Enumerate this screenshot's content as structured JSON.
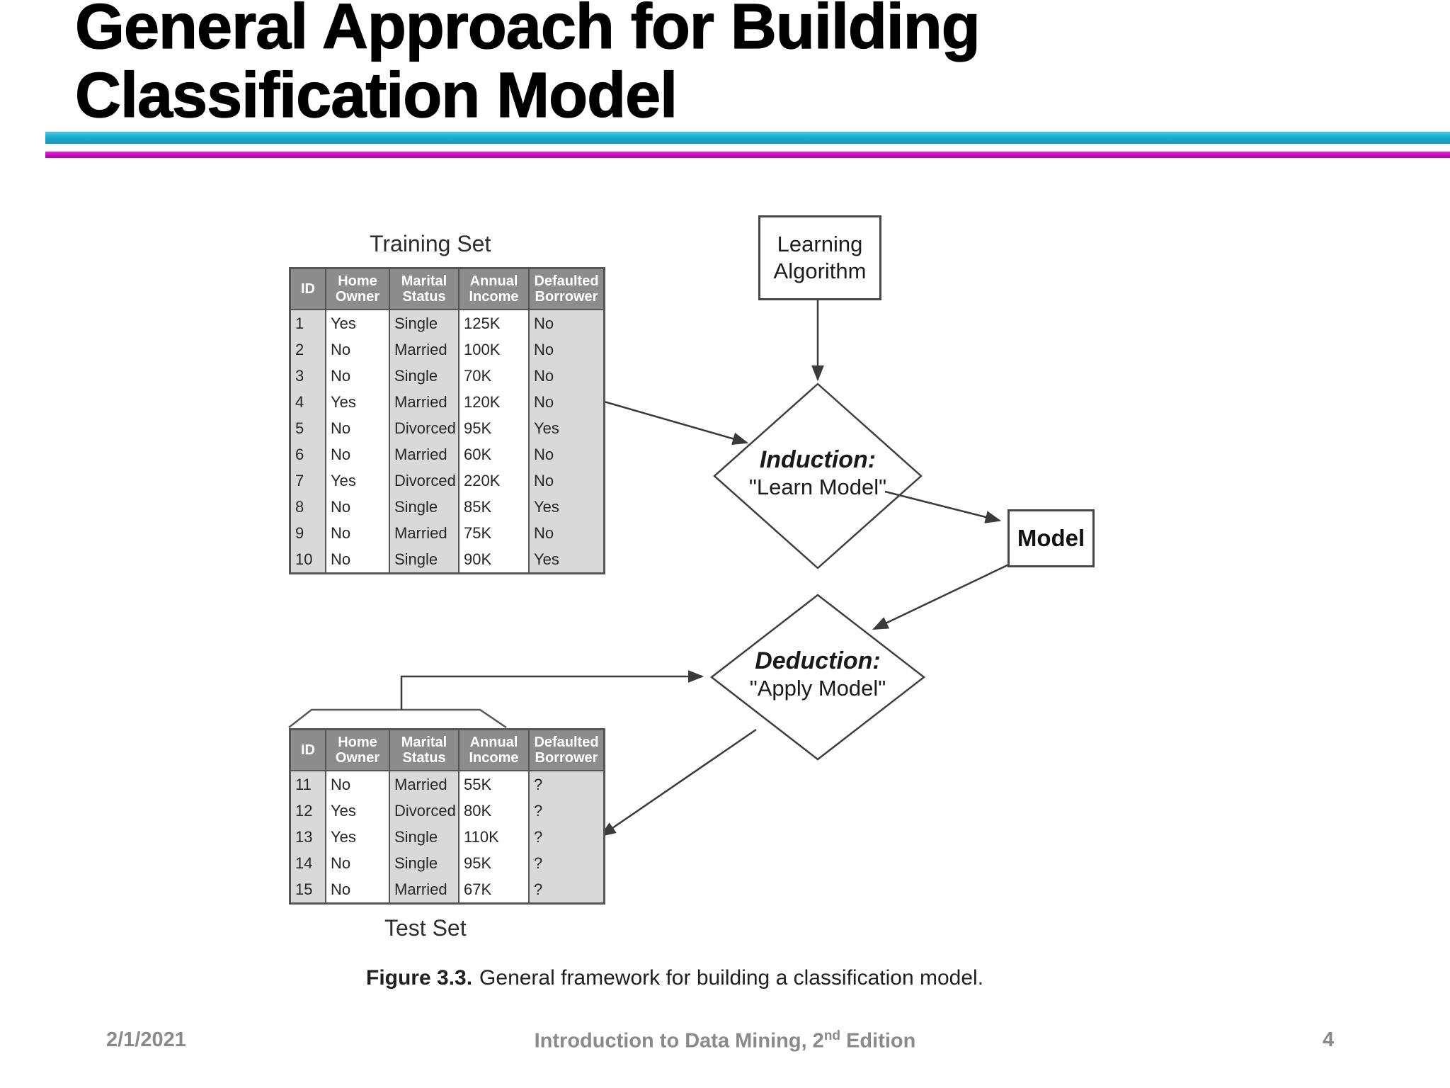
{
  "slide": {
    "title_lines": [
      "General Approach for Building",
      "Classification Model"
    ],
    "accent": {
      "cyan": "#1badd0",
      "magenta": "#c50cc0"
    }
  },
  "figure": {
    "training_table": {
      "label": "Training Set",
      "columns": [
        "ID",
        "Home Owner",
        "Marital Status",
        "Annual Income",
        "Defaulted Borrower"
      ],
      "rows": [
        [
          "1",
          "Yes",
          "Single",
          "125K",
          "No"
        ],
        [
          "2",
          "No",
          "Married",
          "100K",
          "No"
        ],
        [
          "3",
          "No",
          "Single",
          "70K",
          "No"
        ],
        [
          "4",
          "Yes",
          "Married",
          "120K",
          "No"
        ],
        [
          "5",
          "No",
          "Divorced",
          "95K",
          "Yes"
        ],
        [
          "6",
          "No",
          "Married",
          "60K",
          "No"
        ],
        [
          "7",
          "Yes",
          "Divorced",
          "220K",
          "No"
        ],
        [
          "8",
          "No",
          "Single",
          "85K",
          "Yes"
        ],
        [
          "9",
          "No",
          "Married",
          "75K",
          "No"
        ],
        [
          "10",
          "No",
          "Single",
          "90K",
          "Yes"
        ]
      ]
    },
    "test_table": {
      "label": "Test Set",
      "columns": [
        "ID",
        "Home Owner",
        "Marital Status",
        "Annual Income",
        "Defaulted Borrower"
      ],
      "rows": [
        [
          "11",
          "No",
          "Married",
          "55K",
          "?"
        ],
        [
          "12",
          "Yes",
          "Divorced",
          "80K",
          "?"
        ],
        [
          "13",
          "Yes",
          "Single",
          "110K",
          "?"
        ],
        [
          "14",
          "No",
          "Single",
          "95K",
          "?"
        ],
        [
          "15",
          "No",
          "Married",
          "67K",
          "?"
        ]
      ]
    },
    "learning_algorithm": {
      "line1": "Learning",
      "line2": "Algorithm"
    },
    "induction": {
      "title": "Induction:",
      "subtitle": "\"Learn Model\""
    },
    "model_label": "Model",
    "deduction": {
      "title": "Deduction:",
      "subtitle": "\"Apply Model\""
    },
    "caption": {
      "label": "Figure 3.3.",
      "text": "General framework for building a classification model."
    }
  },
  "footer": {
    "date": "2/1/2021",
    "center_prefix": "Introduction to Data Mining, 2",
    "center_sup": "nd",
    "center_suffix": " Edition",
    "page": "4"
  }
}
